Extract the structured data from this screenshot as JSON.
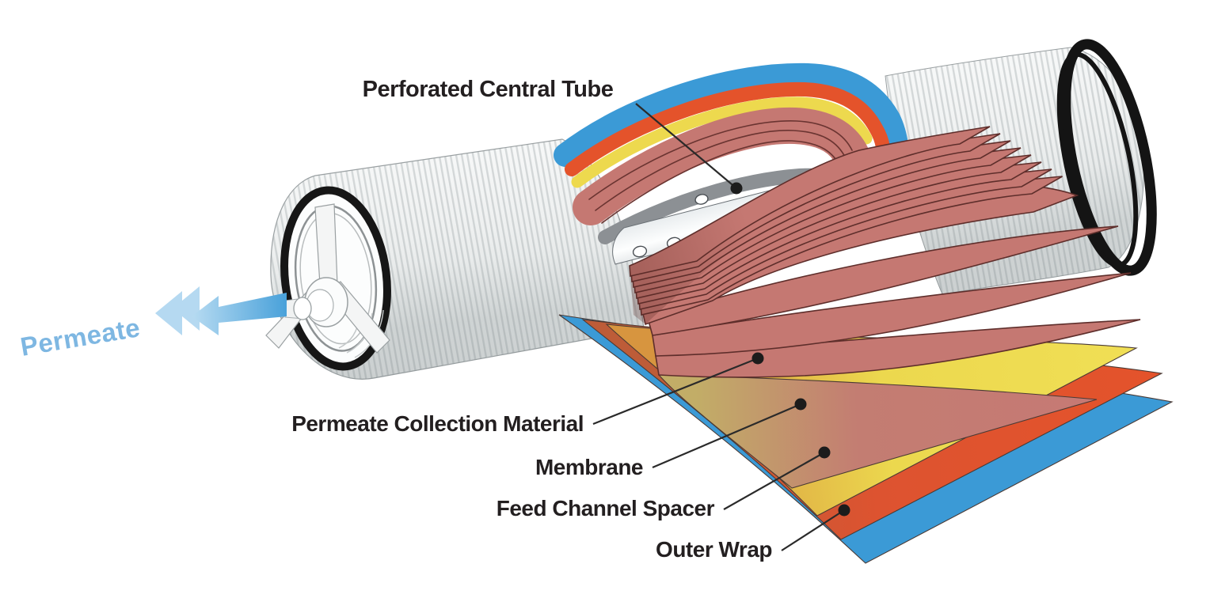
{
  "figure": {
    "type": "technical-cutaway-illustration",
    "subject": "spiral-wound membrane element"
  },
  "labels": {
    "perforated_central_tube": "Perforated Central Tube",
    "permeate": "Permeate",
    "permeate_collection_material": "Permeate Collection Material",
    "membrane": "Membrane",
    "feed_channel_spacer": "Feed Channel Spacer",
    "outer_wrap": "Outer Wrap"
  },
  "icons": {
    "permeate_flow_arrow": "left-pointing chevron arrows"
  },
  "colors": {
    "outer_wrap": "#3B9AD6",
    "feed_channel_spacer": "#E4532B",
    "permeate_collection_material": "#EDD94E",
    "membrane": "#C57872",
    "label_text": "#231F20",
    "permeate_text": "#7EB7E2"
  }
}
